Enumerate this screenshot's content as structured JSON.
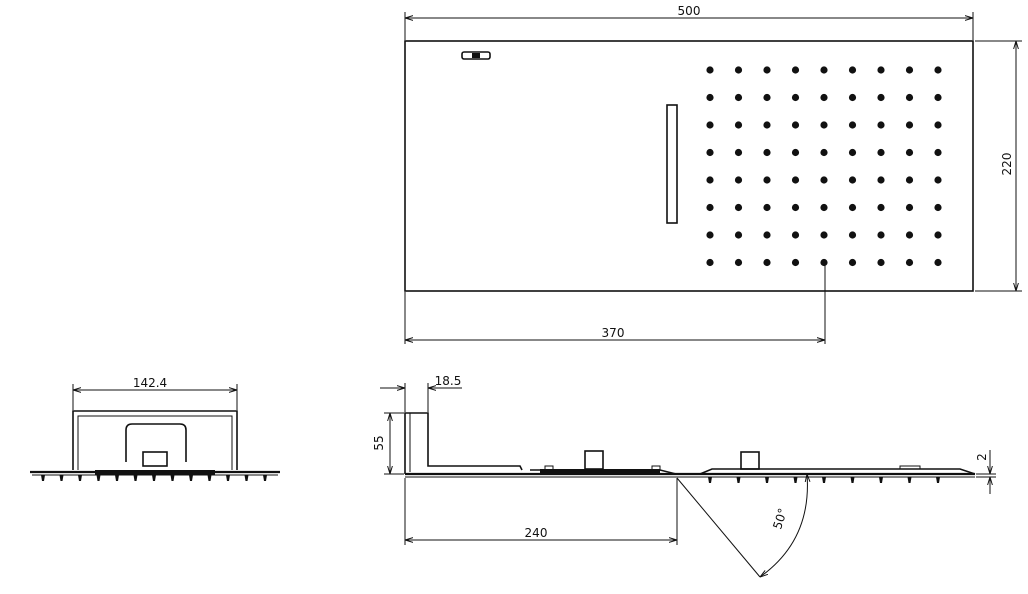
{
  "drawing": {
    "colors": {
      "line": "#111111",
      "background": "#ffffff"
    },
    "dimensions": {
      "top_width": "500",
      "top_height": "220",
      "nozzle_offset": "370",
      "side_width": "142.4",
      "front_depth": "18.5",
      "front_height": "55",
      "front_thickness": "2",
      "front_offset": "240",
      "spray_angle": "50°"
    },
    "nozzle_grid": {
      "columns": 9,
      "rows": 8
    }
  }
}
